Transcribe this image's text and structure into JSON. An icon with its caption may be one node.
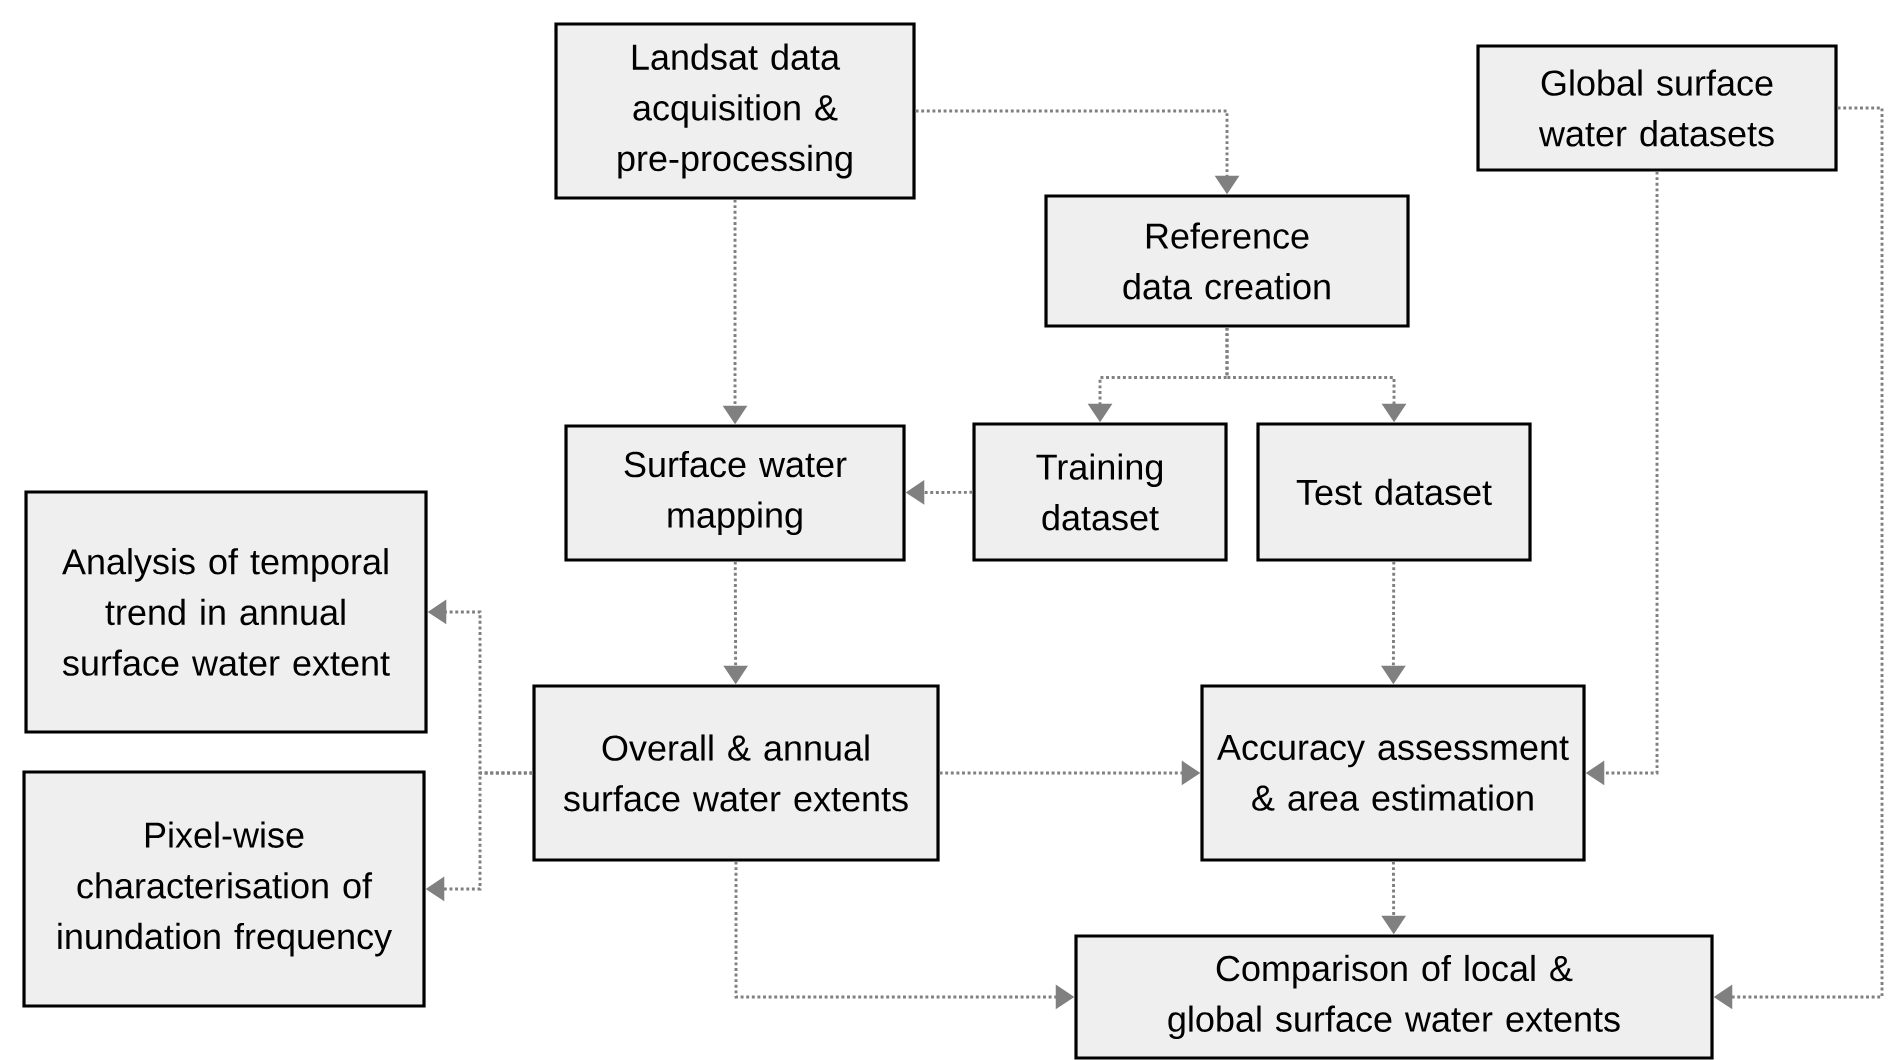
{
  "diagram": {
    "nodes": [
      {
        "text": [
          "Landsat data acquisition & pre-processing"
        ]
      },
      {
        "text": [
          "Global surface water datasets"
        ]
      },
      {
        "text": [
          "Reference data creation"
        ]
      },
      {
        "text": [
          "Surface water mapping"
        ]
      },
      {
        "text": [
          "Training dataset"
        ]
      },
      {
        "text": [
          "Test dataset"
        ]
      },
      {
        "text": [
          "Analysis of temporal trend in annual surface water extent"
        ]
      },
      {
        "text": [
          "Overall & annual surface water extents"
        ]
      },
      {
        "text": [
          "Accuracy assessment & area estimation"
        ]
      },
      {
        "text": [
          "Pixel-wise characterisation of inundation frequency"
        ]
      },
      {
        "text": [
          "Comparison of local & global surface water extents"
        ]
      }
    ],
    "edges": [
      {
        "from": 0,
        "to": 2,
        "arrow": "to"
      },
      {
        "from": 0,
        "to": 3,
        "arrow": "to"
      },
      {
        "from": 2,
        "to": 4,
        "arrow": "to"
      },
      {
        "from": 2,
        "to": 5,
        "arrow": "to"
      },
      {
        "from": 4,
        "to": 3,
        "arrow": "to"
      },
      {
        "from": 3,
        "to": 7,
        "arrow": "to"
      },
      {
        "from": 5,
        "to": 8,
        "arrow": "to"
      },
      {
        "from": 7,
        "to": 6,
        "arrow": "to"
      },
      {
        "from": 7,
        "to": 9,
        "arrow": "to"
      },
      {
        "from": 7,
        "to": 8,
        "arrow": "to"
      },
      {
        "from": 1,
        "to": 8,
        "arrow": "to"
      },
      {
        "from": 8,
        "to": 10,
        "arrow": "to"
      },
      {
        "from": 7,
        "to": 10,
        "arrow": "to"
      },
      {
        "from": 1,
        "to": 10,
        "arrow": "to"
      }
    ]
  }
}
